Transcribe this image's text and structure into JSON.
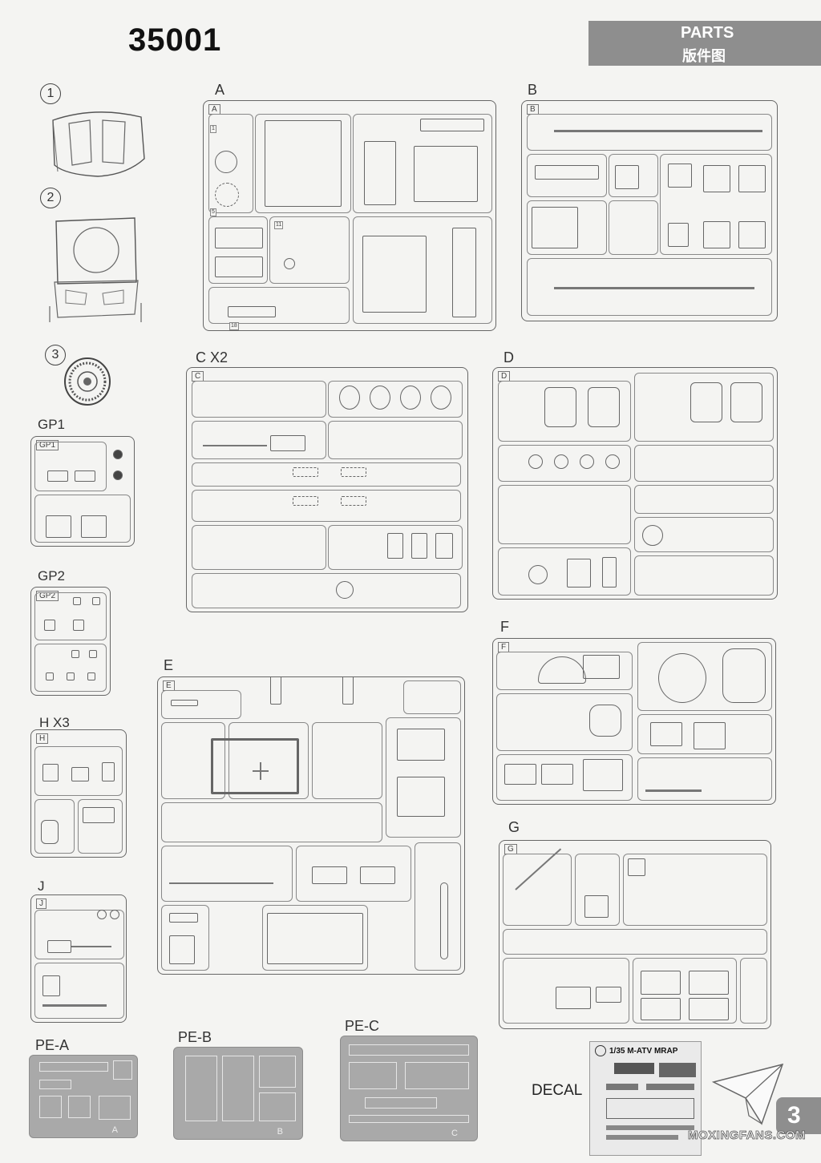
{
  "header": {
    "model_number": "35001",
    "parts_en": "PARTS",
    "parts_zh": "版件图"
  },
  "assembled": [
    {
      "num": "1"
    },
    {
      "num": "2"
    },
    {
      "num": "3"
    }
  ],
  "sprues": {
    "A": {
      "label": "A",
      "tag": "A"
    },
    "B": {
      "label": "B",
      "tag": "B"
    },
    "C": {
      "label": "C X2",
      "tag": "C"
    },
    "D": {
      "label": "D",
      "tag": "D"
    },
    "E": {
      "label": "E",
      "tag": "E"
    },
    "F": {
      "label": "F",
      "tag": "F"
    },
    "G": {
      "label": "G",
      "tag": "G"
    },
    "GP1": {
      "label": "GP1",
      "tag": "GP1"
    },
    "GP2": {
      "label": "GP2",
      "tag": "GP2"
    },
    "H": {
      "label": "H X3",
      "tag": "H"
    },
    "J": {
      "label": "J",
      "tag": "J"
    }
  },
  "photo_etch": {
    "A": {
      "label": "PE-A",
      "letter": "A"
    },
    "B": {
      "label": "PE-B",
      "letter": "B"
    },
    "C": {
      "label": "PE-C",
      "letter": "C"
    }
  },
  "decal": {
    "label": "DECAL",
    "sheet_title": "1/35 M-ATV MRAP"
  },
  "page_number": "3",
  "watermark": "MOXINGFANS.COM",
  "icons": [
    "paper-plane-icon"
  ]
}
